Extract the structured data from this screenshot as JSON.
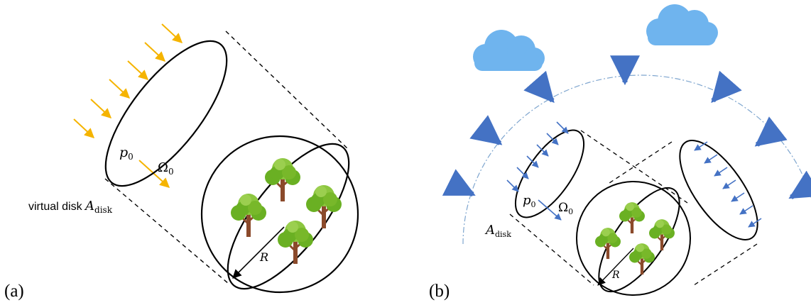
{
  "panel_a": {
    "label": "(a)",
    "disk_caption_prefix": "virtual disk ",
    "A": "A",
    "A_sub": "disk",
    "p": "p",
    "p_sub": "0",
    "omega": "Ω",
    "omega_sub": "0",
    "radius": "R"
  },
  "panel_b": {
    "label": "(b)",
    "A": "A",
    "A_sub": "disk",
    "p": "p",
    "p_sub": "0",
    "omega": "Ω",
    "omega_sub": "0",
    "radius": "R"
  },
  "colors": {
    "sun_ray": "#F5B400",
    "sky_arrow": "#4472C4",
    "cloud": "#6FB4EE",
    "tree_foliage": "#6AB023",
    "tree_highlight": "#8CC63F",
    "tree_trunk": "#8B4A2B",
    "outline": "#000000"
  },
  "icons": [
    "sun-ray-arrow",
    "cloud-icon",
    "tree-icon",
    "sky-radiance-arrow"
  ]
}
